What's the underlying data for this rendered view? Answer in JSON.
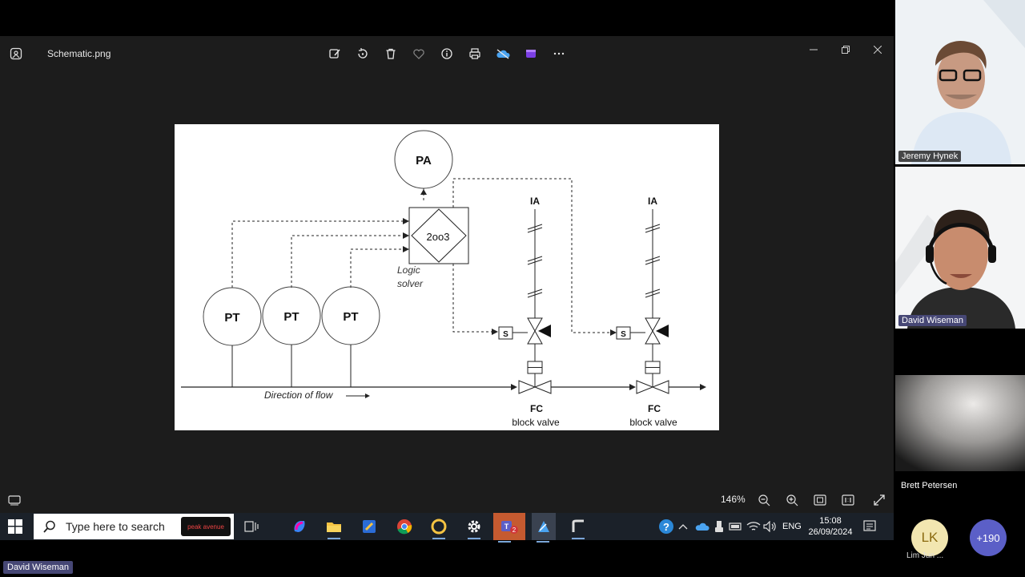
{
  "window": {
    "file_name": "Schematic.png",
    "zoom_level": "146%"
  },
  "toolbar": {
    "icons": [
      "edit-image-icon",
      "rotate-icon",
      "delete-icon",
      "favorite-icon",
      "info-icon",
      "print-icon",
      "onedrive-icon",
      "clipchamp-icon",
      "more-icon"
    ]
  },
  "schematic": {
    "pa_label": "PA",
    "logic_label": "2oo3",
    "logic_caption_1": "Logic",
    "logic_caption_2": "solver",
    "pt_labels": [
      "PT",
      "PT",
      "PT"
    ],
    "ia_labels": [
      "IA",
      "IA"
    ],
    "solenoid_labels": [
      "S",
      "S"
    ],
    "fc_labels": [
      "FC",
      "FC"
    ],
    "block_valve_labels": [
      "block valve",
      "block valve"
    ],
    "flow_label": "Direction of flow"
  },
  "taskbar": {
    "search_placeholder": "Type here to search",
    "peak_badge": "peak avenue",
    "language": "ENG",
    "time": "15:08",
    "date": "26/09/2024",
    "teams_badge_count": "2"
  },
  "presenter": {
    "name": "David Wiseman"
  },
  "participants": {
    "tiles": [
      {
        "name": "Jeremy Hynek"
      },
      {
        "name": "David Wiseman"
      }
    ],
    "camera_off_name": "Brett Petersen",
    "avatar_initials": "LK",
    "avatar_name": "Lim Jun ...",
    "more_count": "+190"
  },
  "colors": {
    "window_bg": "#1c1c1c",
    "taskbar_bg": "#1b2129",
    "teams_purple": "#464775",
    "more_bubble": "#5b5fc7"
  }
}
